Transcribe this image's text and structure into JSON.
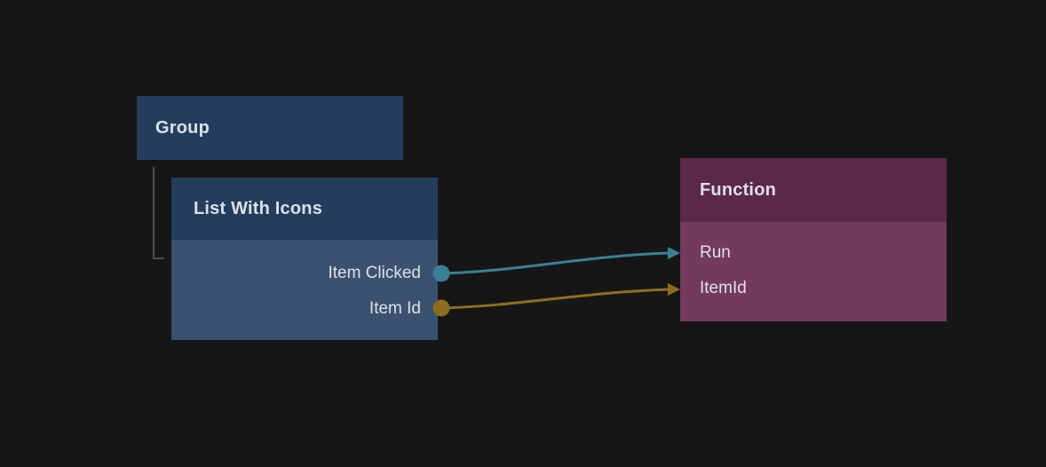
{
  "editor": {
    "kind": "node-graph-canvas"
  },
  "nodes": {
    "group": {
      "title": "Group"
    },
    "list_with_icons": {
      "title": "List With Icons",
      "outputs": [
        {
          "label": "Item Clicked",
          "port_color": "#3a7f96"
        },
        {
          "label": "Item Id",
          "port_color": "#8f6d20"
        }
      ]
    },
    "function": {
      "title": "Function",
      "inputs": [
        {
          "label": "Run",
          "port_color": "#3a7f96"
        },
        {
          "label": "ItemId",
          "port_color": "#8f6d20"
        }
      ]
    }
  },
  "connections": [
    {
      "from": "List With Icons.Item Clicked",
      "to": "Function.Run",
      "color": "#3a7f96"
    },
    {
      "from": "List With Icons.Item Id",
      "to": "Function.ItemId",
      "color": "#8f6d20"
    }
  ],
  "colors": {
    "background": "#161616",
    "blue_node_header": "#243d5c",
    "blue_node_body": "#3b5170",
    "purple_node_header": "#5c2849",
    "purple_node_body": "#743a5e",
    "signal_teal": "#3a7f96",
    "value_gold": "#8f6d20",
    "hierarchy_line": "#4d4d4d",
    "text": "#dde1e6"
  }
}
